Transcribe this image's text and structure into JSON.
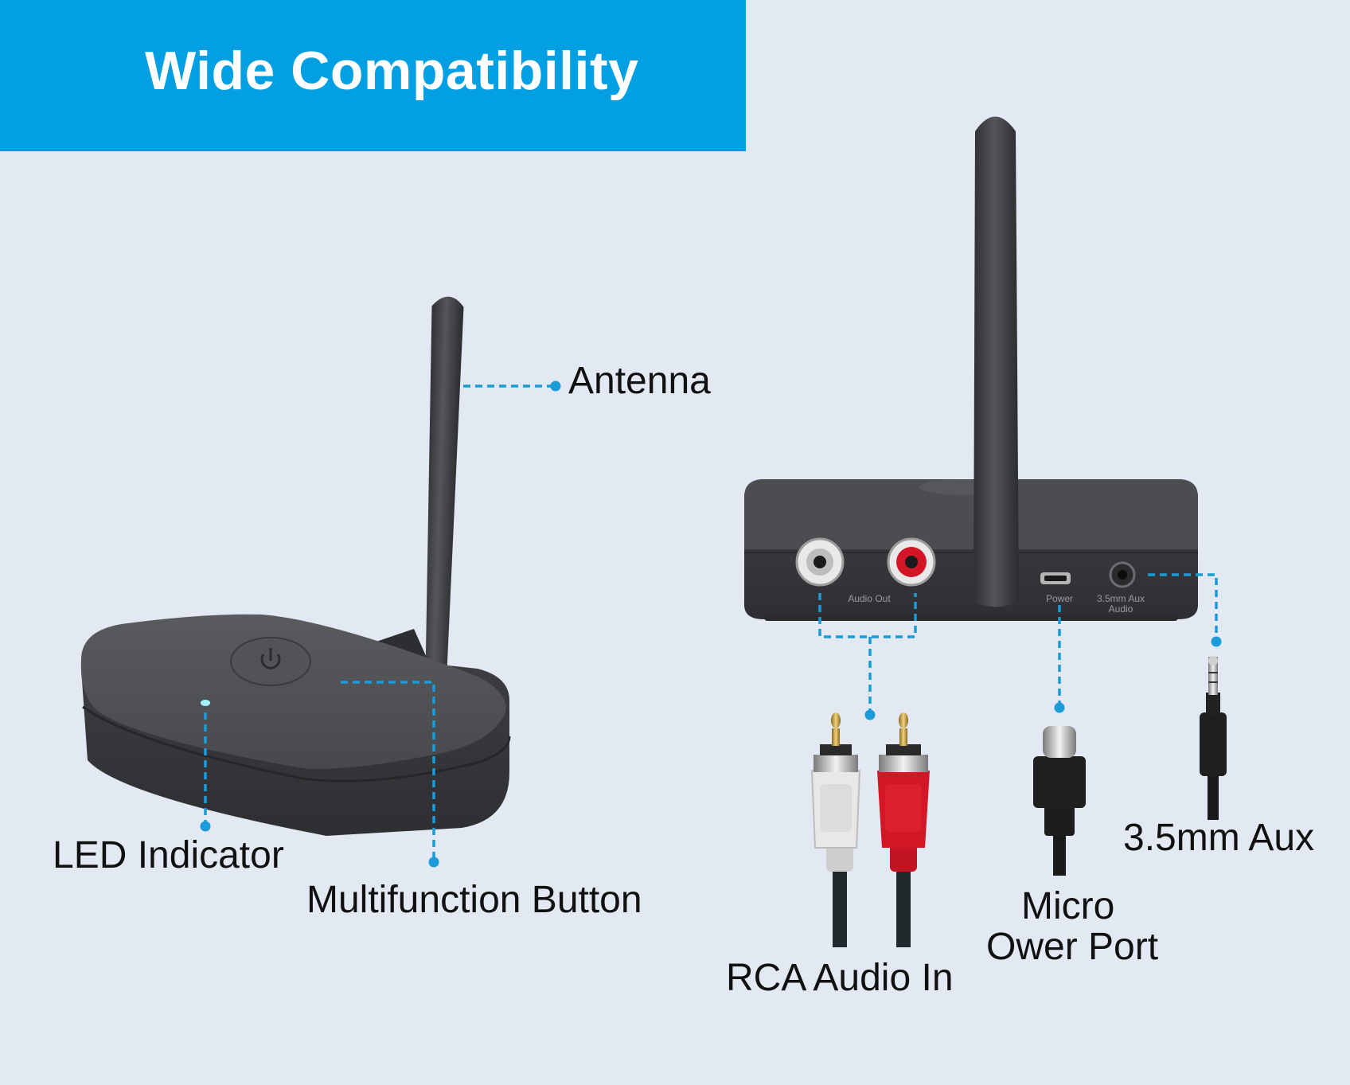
{
  "banner": {
    "title": "Wide Compatibility"
  },
  "colors": {
    "banner": "#029fe3",
    "background": "#e2e9f3",
    "callout_line": "#1b9bd8",
    "device_body": "#4a4b4e",
    "rca_red": "#d21626",
    "rca_white": "#e8e8e6"
  },
  "left_device": {
    "labels": {
      "antenna": "Antenna",
      "led_indicator": "LED Indicator",
      "multifunction_button": "Multifunction Button"
    }
  },
  "right_device": {
    "panel_text": {
      "audio_out": "Audio Out",
      "power": "Power",
      "aux_line1": "3.5mm Aux",
      "aux_line2": "Audio"
    },
    "labels": {
      "rca_audio_in": "RCA Audio In",
      "micro_line1": "Micro",
      "micro_line2": "Ower Port",
      "aux": "3.5mm Aux"
    }
  }
}
